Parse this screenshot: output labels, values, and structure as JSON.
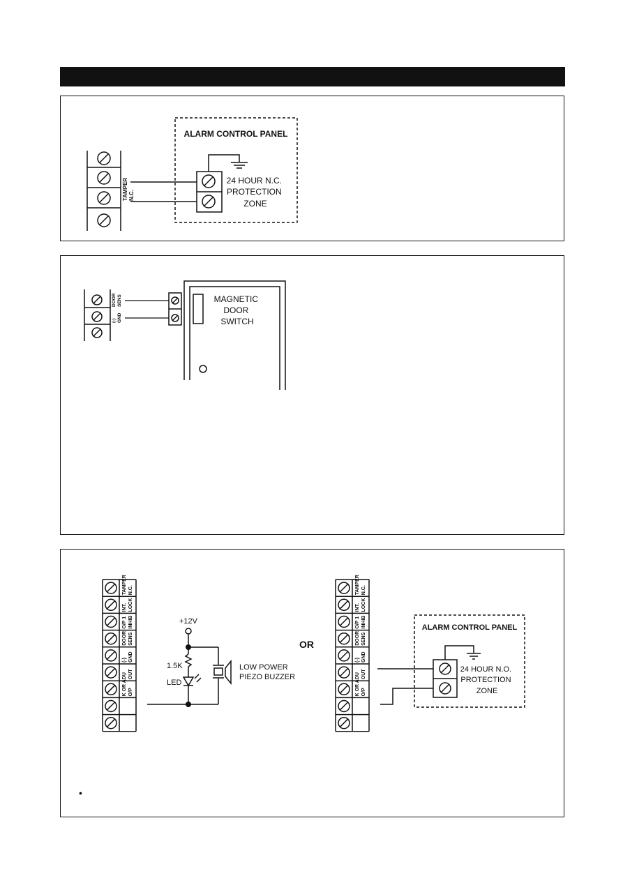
{
  "header": {
    "title": ""
  },
  "panel1": {
    "terminal_label": [
      "TAMPER",
      "N.C."
    ],
    "panel_title": "ALARM CONTROL PANEL",
    "zone_text": [
      "24 HOUR N.C.",
      "PROTECTION",
      "ZONE"
    ]
  },
  "panel2": {
    "terminal_labels": [
      [
        "DOOR",
        "SENS"
      ],
      [
        "(-)",
        "GND"
      ]
    ],
    "switch_text": [
      "MAGNETIC",
      "DOOR",
      "SWITCH"
    ]
  },
  "panel3": {
    "terminal_labels": [
      [
        "TAMPER",
        "N.C."
      ],
      [
        "INT.",
        "LOCK"
      ],
      [
        "O/P 1",
        "INHIB"
      ],
      [
        "DOOR",
        "SENS"
      ],
      [
        "(-)",
        "GND"
      ],
      [
        "DU",
        "OUT"
      ],
      [
        "K OR A",
        "O/P"
      ]
    ],
    "supply_label": "+12V",
    "resistor_label": "1.5K",
    "led_label": "LED",
    "buzzer_text": [
      "LOW POWER",
      "PIEZO BUZZER"
    ],
    "or_label": "OR",
    "panel_title": "ALARM CONTROL PANEL",
    "zone_text": [
      "24 HOUR N.O.",
      "PROTECTION",
      "ZONE"
    ],
    "bullet": "•"
  }
}
